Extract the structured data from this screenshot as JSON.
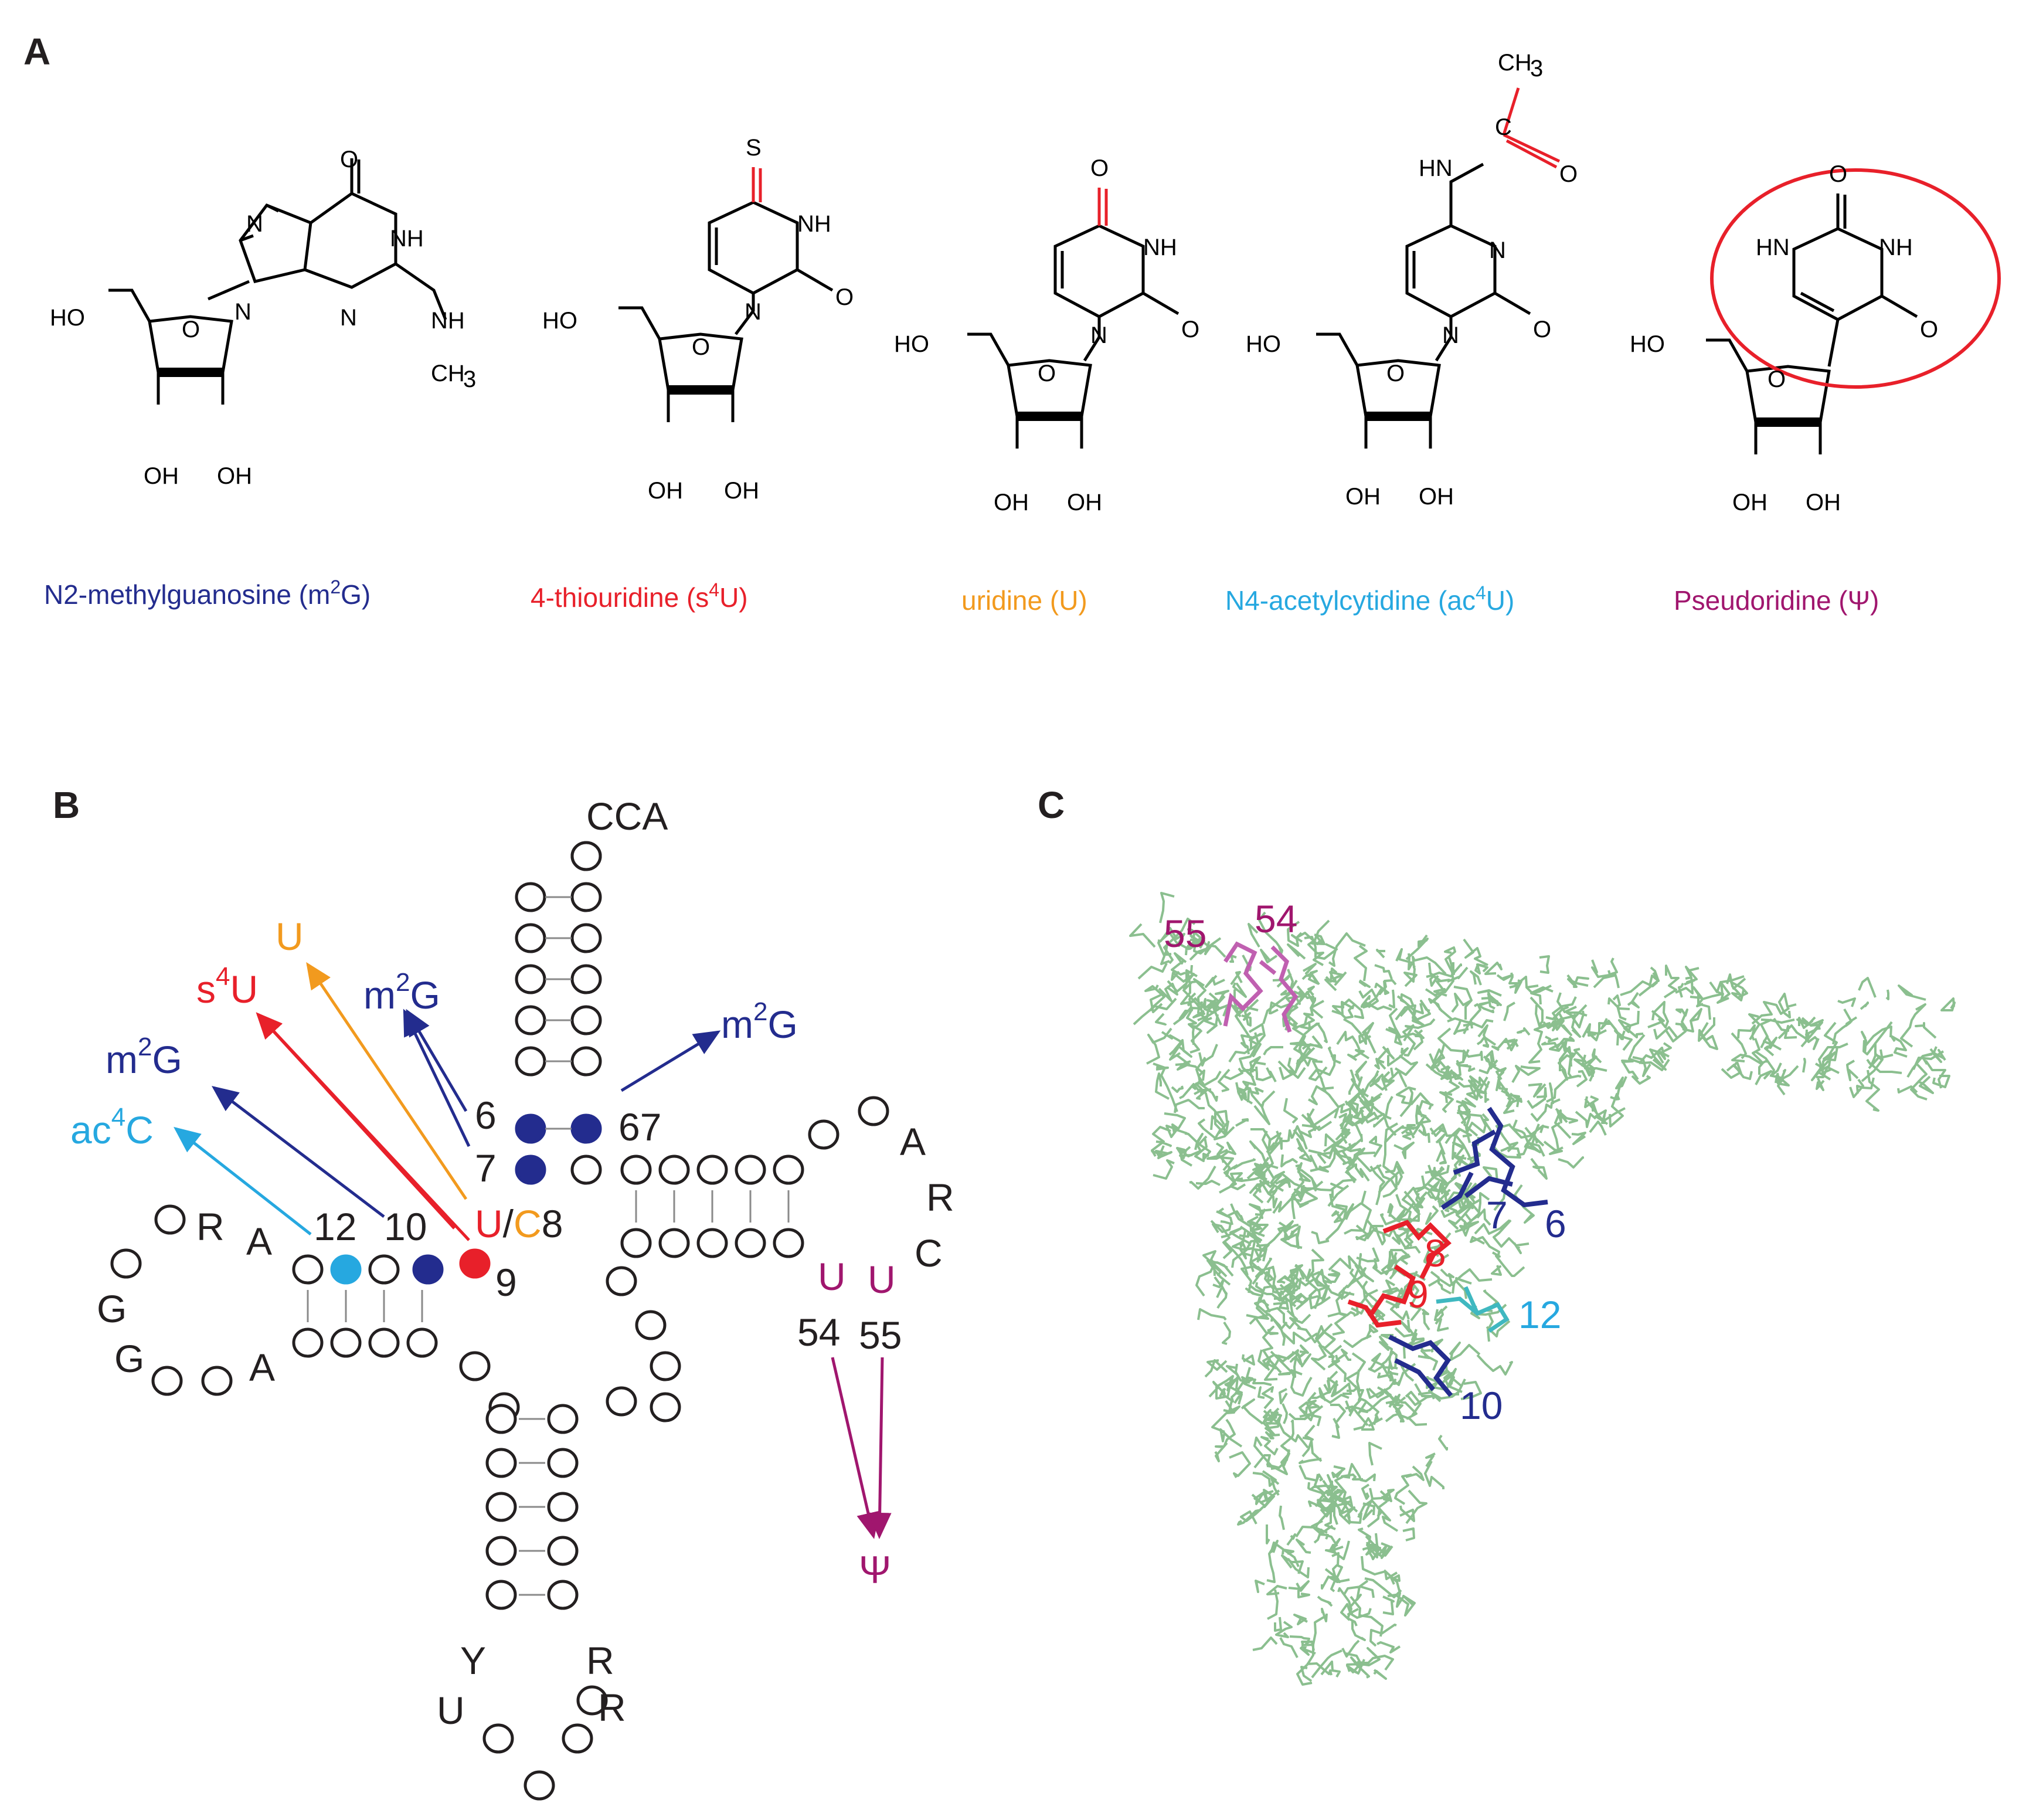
{
  "colors": {
    "navy": "#232C8E",
    "red": "#E8202A",
    "orange": "#F29A1E",
    "cyan": "#26A8E0",
    "purple": "#A0166E",
    "black": "#231F20",
    "backbone": "#8BBF8F",
    "backbone_dark": "#6FA577",
    "pink": "#C060B0"
  },
  "panels": {
    "a": "A",
    "b": "B",
    "c": "C"
  },
  "panel_a": {
    "compounds": [
      {
        "name": "N2-methylguanosine (m",
        "sup": "2",
        "tail": "G)",
        "color": "navy"
      },
      {
        "name": "4-thiouridine (s",
        "sup": "4",
        "tail": "U)",
        "color": "red"
      },
      {
        "name": "uridine (U)",
        "sup": "",
        "tail": "",
        "color": "orange"
      },
      {
        "name": "N4-acetylcytidine (ac",
        "sup": "4",
        "tail": "U)",
        "color": "cyan"
      },
      {
        "name": "Pseudoridine (",
        "sup": "",
        "tail": "Ψ)",
        "color": "purple"
      }
    ],
    "atoms": {
      "o": "O",
      "nh": "NH",
      "n": "N",
      "hn": "HN",
      "s": "S",
      "c": "C",
      "ho": "HO",
      "oh": "OH",
      "ch": "CH",
      "three": "3"
    }
  },
  "panel_b": {
    "cca": "CCA",
    "pos6": "6",
    "pos7": "7",
    "pos67": "67",
    "pos12": "12",
    "pos10": "10",
    "pos9": "9",
    "u8_u": "U",
    "u8_slash": "/",
    "u8_c": "C",
    "u8_num": "8",
    "m2g": "m",
    "m2g_sup": "2",
    "m2g_tail": "G",
    "s4u": "s",
    "s4u_sup": "4",
    "s4u_tail": "U",
    "uridine": "U",
    "ac4c": "ac",
    "ac4c_sup": "4",
    "ac4c_tail": "C",
    "d_loop": [
      "R",
      "A",
      "G",
      "G",
      "A"
    ],
    "t_loop": [
      "A",
      "R",
      "C"
    ],
    "anticodon": [
      "Y",
      "U",
      "R",
      "R"
    ],
    "u54": "U",
    "u55": "U",
    "n54": "54",
    "n55": "55",
    "psi": "Ψ"
  },
  "panel_c": {
    "labels": [
      "55",
      "54",
      "7",
      "6",
      "8",
      "9",
      "12",
      "10"
    ]
  }
}
